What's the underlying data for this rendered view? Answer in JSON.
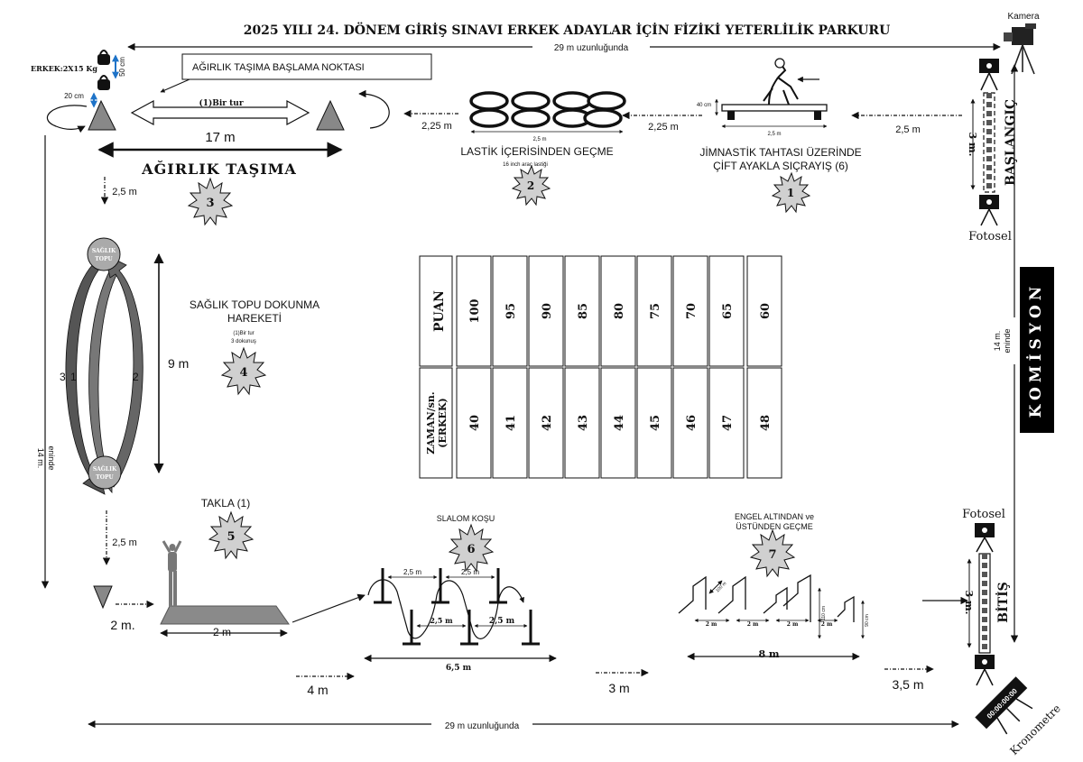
{
  "title": "2025 YILI 24. DÖNEM GİRİŞ SINAVI ERKEK ADAYLAR İÇİN FİZİKİ YETERLİLİK PARKURU",
  "top_distance": "29 m uzunluğunda",
  "bottom_distance": "29 m uzunluğunda",
  "camera_label": "Kamera",
  "photocell_top": "Fotosel",
  "photocell_bottom": "Fotosel",
  "start_label": "BAŞLANGIÇ",
  "finish_label": "BİTİŞ",
  "start_width": "3 m.",
  "finish_width": "3 m.",
  "chronometer_label": "Kronometre",
  "chronometer_display": "00:00:00:00",
  "commission_label": "KOMİSYON",
  "right_width": "14 m.",
  "right_width_sub": "eninde",
  "left_width": "14 m.",
  "left_width_sub": "eninde",
  "stations": {
    "s1": {
      "number": "1",
      "name_line1": "JİMNASTİK TAHTASI ÜZERİNDE",
      "name_line2": "ÇİFT AYAKLA SIÇRAYIŞ (6)",
      "height": "40 cm",
      "length": "2,5 m"
    },
    "s2": {
      "number": "2",
      "name": "LASTİK İÇERİSİNDEN GEÇME",
      "sub": "16 inch araç lastiği",
      "length": "2,5 m"
    },
    "s3": {
      "number": "3",
      "name": "AĞIRLIK TAŞIMA",
      "start_point": "AĞIRLIK TAŞIMA BAŞLAMA NOKTASI",
      "weight": "ERKEK:2X15 Kg",
      "lift_height": "50 cm",
      "ground_gap": "20 cm",
      "lap": "(1)Bir tur",
      "length": "17 m"
    },
    "s4": {
      "number": "4",
      "name_line1": "SAĞLIK TOPU DOKUNMA",
      "name_line2": "HAREKETİ",
      "sub1": "(1)Bir tur",
      "sub2": "3 dokunuş",
      "ball_label1": "SAĞLIK",
      "ball_label2": "TOPU",
      "height": "9 m",
      "mark1": "1",
      "mark2": "2",
      "mark3": "3"
    },
    "s5": {
      "number": "5",
      "name": "TAKLA (1)",
      "mat_length": "2 m",
      "approach": "2 m."
    },
    "s6": {
      "number": "6",
      "name": "SLALOM KOŞU",
      "gap": "2,5 m",
      "total": "6,5 m"
    },
    "s7": {
      "number": "7",
      "name_line1": "ENGEL ALTINDAN ve",
      "name_line2": "ÜSTÜNDEN GEÇME",
      "gap": "2 m",
      "diag": "100 m",
      "height1": "110 cm",
      "height2": "90 cm",
      "total": "8 m"
    }
  },
  "gaps": {
    "top_right": "2,5 m",
    "top_mid": "2,25 m",
    "top_left": "2,25 m",
    "left_upper": "2,5 m",
    "left_lower": "2,5 m",
    "bottom_1": "4 m",
    "bottom_2": "3 m",
    "bottom_3": "3,5 m"
  },
  "score_table": {
    "row_label_score": "PUAN",
    "row_label_time_line1": "ZAMAN/sn.",
    "row_label_time_line2": "(ERKEK)",
    "scores": [
      "100",
      "95",
      "90",
      "85",
      "80",
      "75",
      "70",
      "65",
      "60"
    ],
    "times": [
      "40",
      "41",
      "42",
      "43",
      "44",
      "45",
      "46",
      "47",
      "48"
    ]
  }
}
